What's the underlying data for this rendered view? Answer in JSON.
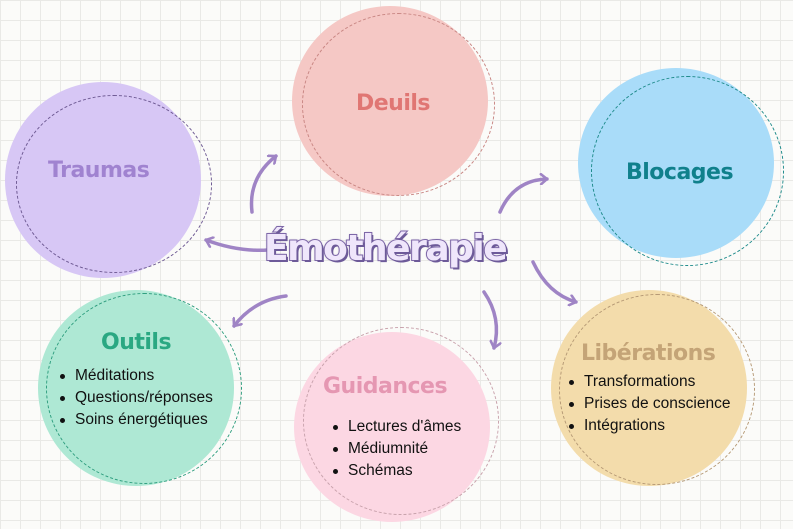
{
  "center": {
    "label": "Émothérapie",
    "fill": "#efe6fb",
    "stroke": "#7e68a8"
  },
  "nodes": {
    "traumas": {
      "title": "Traumas",
      "fill": "#d7c7f5",
      "title_color": "#a083d0",
      "ring_color": "#6f5b94"
    },
    "deuils": {
      "title": "Deuils",
      "fill": "#f5c8c5",
      "title_color": "#e07673",
      "ring_color": "#c98784"
    },
    "blocages": {
      "title": "Blocages",
      "fill": "#a9dcf9",
      "title_color": "#10808c",
      "ring_color": "#1f8b8b"
    },
    "outils": {
      "title": "Outils",
      "fill": "#aee8d4",
      "title_color": "#2aa882",
      "ring_color": "#2f9e7f",
      "items": [
        "Méditations",
        "Questions/réponses",
        "Soins énergétiques"
      ]
    },
    "guidances": {
      "title": "Guidances",
      "fill": "#fcd7e3",
      "title_color": "#e597b2",
      "ring_color": "#c9a3ad",
      "items": [
        "Lectures d'âmes",
        "Médiumnité",
        "Schémas"
      ]
    },
    "liberations": {
      "title": "Libérations",
      "fill": "#f3dcab",
      "title_color": "#c4a477",
      "ring_color": "#b69a76",
      "items": [
        "Transformations",
        "Prises de conscience",
        "Intégrations"
      ]
    }
  },
  "arrow_color": "#9f84c5"
}
